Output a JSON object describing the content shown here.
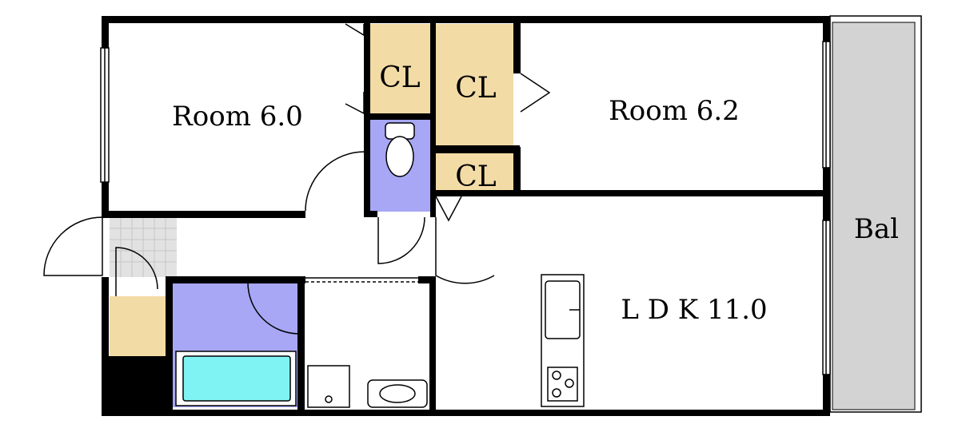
{
  "rooms": {
    "room_left": "Room 6.0",
    "room_right": "Room 6.2",
    "ldk": "L D K 11.0",
    "balcony": "Bal",
    "closet_1": "CL",
    "closet_2": "CL",
    "closet_3": "CL"
  },
  "colors": {
    "closet": "#f3dba6",
    "wet_area": "#a7a7f5",
    "bathtub": "#7ff3f3",
    "balcony": "#d3d3d3",
    "entrance_tile": "#e2e2e2"
  }
}
